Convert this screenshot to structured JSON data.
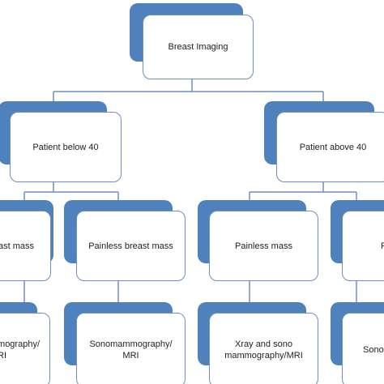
{
  "diagram": {
    "root": {
      "label": "Breast Imaging"
    },
    "level1": {
      "left": {
        "label": "Patient below 40"
      },
      "right": {
        "label": "Patient above 40"
      }
    },
    "level2": {
      "left_edge": {
        "label": "Painful breast  mass"
      },
      "left_main": {
        "label": "Painless breast mass"
      },
      "right_main": {
        "label": "Painless mass"
      },
      "right_edge": {
        "label": "Painful breast mass"
      }
    },
    "level3": {
      "left_edge": {
        "label": "Sonomammography/\nMRI"
      },
      "left_main": {
        "label": "Sonomammography/\nMRI"
      },
      "right_main": {
        "label": "Xray and sono\nmammography/MRI"
      },
      "right_edge": {
        "label": "Sonomammography"
      }
    },
    "colors": {
      "shadow": "#4f81bd",
      "border": "#6f8fbf",
      "connector": "#6f8fbf",
      "text": "#222222"
    }
  }
}
